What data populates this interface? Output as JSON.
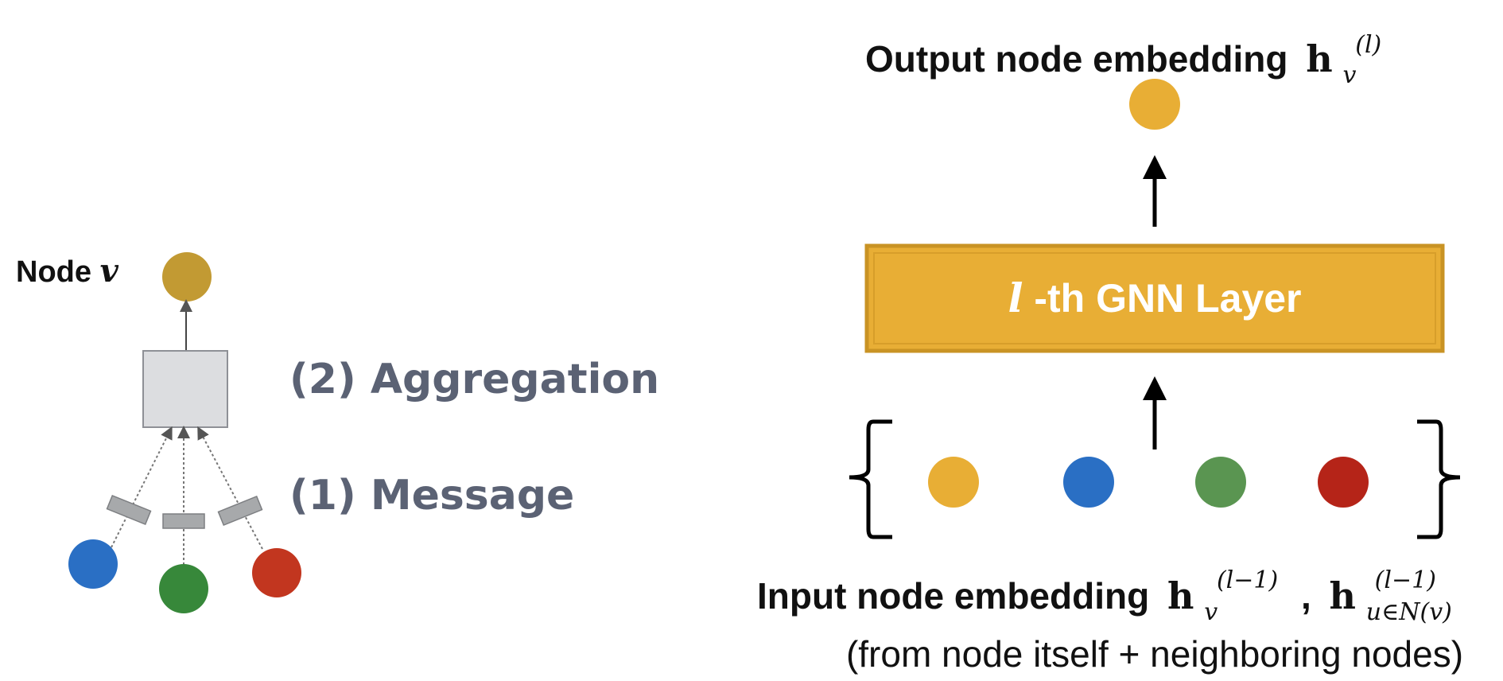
{
  "left": {
    "node_label": "Node",
    "node_symbol": "v",
    "aggregation_label": "(2) Aggregation",
    "message_label": "(1) Message"
  },
  "right": {
    "output_label": "Output node embedding",
    "output_math_h": "h",
    "output_math_sub": "v",
    "output_math_sup": "(l)",
    "layer_label_italic": "l",
    "layer_label_rest": "-th GNN Layer",
    "input_label": "Input node embedding",
    "input_math_h1": "h",
    "input_math_sub1": "v",
    "input_math_sup1": "(l−1)",
    "input_comma": ",",
    "input_math_h2": "h",
    "input_math_sub2": "u∈N(v)",
    "input_math_sup2": "(l−1)",
    "input_caption": "(from node itself + neighboring nodes)"
  },
  "colors": {
    "gold": "#e8ae35",
    "gold_dark": "#c29a33",
    "blue": "#2a6fc4",
    "green": "#37883a",
    "green_soft": "#5a9551",
    "red": "#c2361f",
    "red_dark": "#b52418",
    "box_gray": "#dcdde0",
    "msg_gray": "#a7a9ab",
    "layer_fill": "#e8ae35",
    "layer_border": "#c99324"
  }
}
